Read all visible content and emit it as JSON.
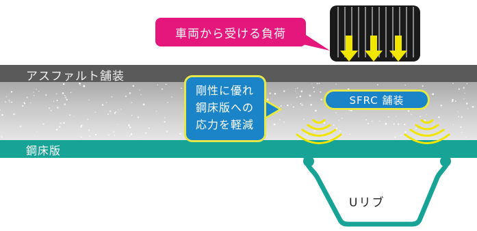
{
  "labels": {
    "vehicle_load": "車両から受ける負荷",
    "asphalt": "アスファルト舗装",
    "sfrc": "SFRC 舗装",
    "deck": "鋼床版",
    "rib": "Uリブ",
    "effect_lines": [
      "剛性に優れ",
      "鋼床版への",
      "応力を軽減"
    ]
  },
  "colors": {
    "load_box": "#e5177c",
    "info_box": "#1b84c9",
    "highlight": "#e6e84a",
    "deck": "#17a396",
    "asphalt": "#5a5a5a"
  },
  "icons": [
    "tire-icon",
    "load-arrow-icon",
    "stress-wave-icon"
  ]
}
